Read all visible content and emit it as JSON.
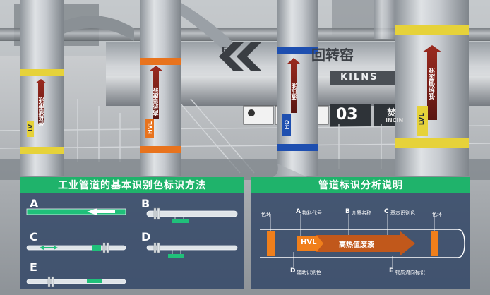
{
  "scene": {
    "wall_sign_text": "回转窑",
    "wall_sign_sub": "KILNS",
    "wall_sign_prefix": "FO",
    "area_number": "03",
    "incin_text": "INCIN",
    "fire_text": "焚",
    "pipes": [
      {
        "tag": "低热值废液",
        "code": "LV",
        "band_color": "#e6d23a",
        "code_bg": "#e6d23a"
      },
      {
        "tag": "高热值废液",
        "code": "HVL",
        "band_color": "#e8731d",
        "code_bg": "#e8731d"
      },
      {
        "tag": "液压油",
        "code": "HO",
        "band_color": "#1e4fb0",
        "code_bg": "#1e4fb0"
      },
      {
        "tag": "低热值废液",
        "code": "LVL",
        "band_color": "#e6d23a",
        "code_bg": "#e6d23a"
      }
    ]
  },
  "left_panel": {
    "title": "工业管道的基本识别色标识方法",
    "letters": [
      "A",
      "B",
      "C",
      "D",
      "E"
    ]
  },
  "right_panel": {
    "title": "管道标识分析说明",
    "legend_top": {
      "color_ring_left": "色环",
      "a": "A",
      "a_label": "物料代号",
      "b": "B",
      "b_label": "介质名称",
      "c": "C",
      "c_label": "基本识别色",
      "color_ring_right": "色环"
    },
    "legend_bottom": {
      "d": "D",
      "d_label": "辅助识别色",
      "e": "E",
      "e_label": "物质流向标识"
    },
    "diagram_code": "HVL",
    "diagram_medium": "高热值废液"
  },
  "colors": {
    "accent_green": "#1fb36b",
    "panel_bg": "#344868",
    "pipe_color": "#c9cdd2",
    "orange_ring": "#f07f1b"
  }
}
